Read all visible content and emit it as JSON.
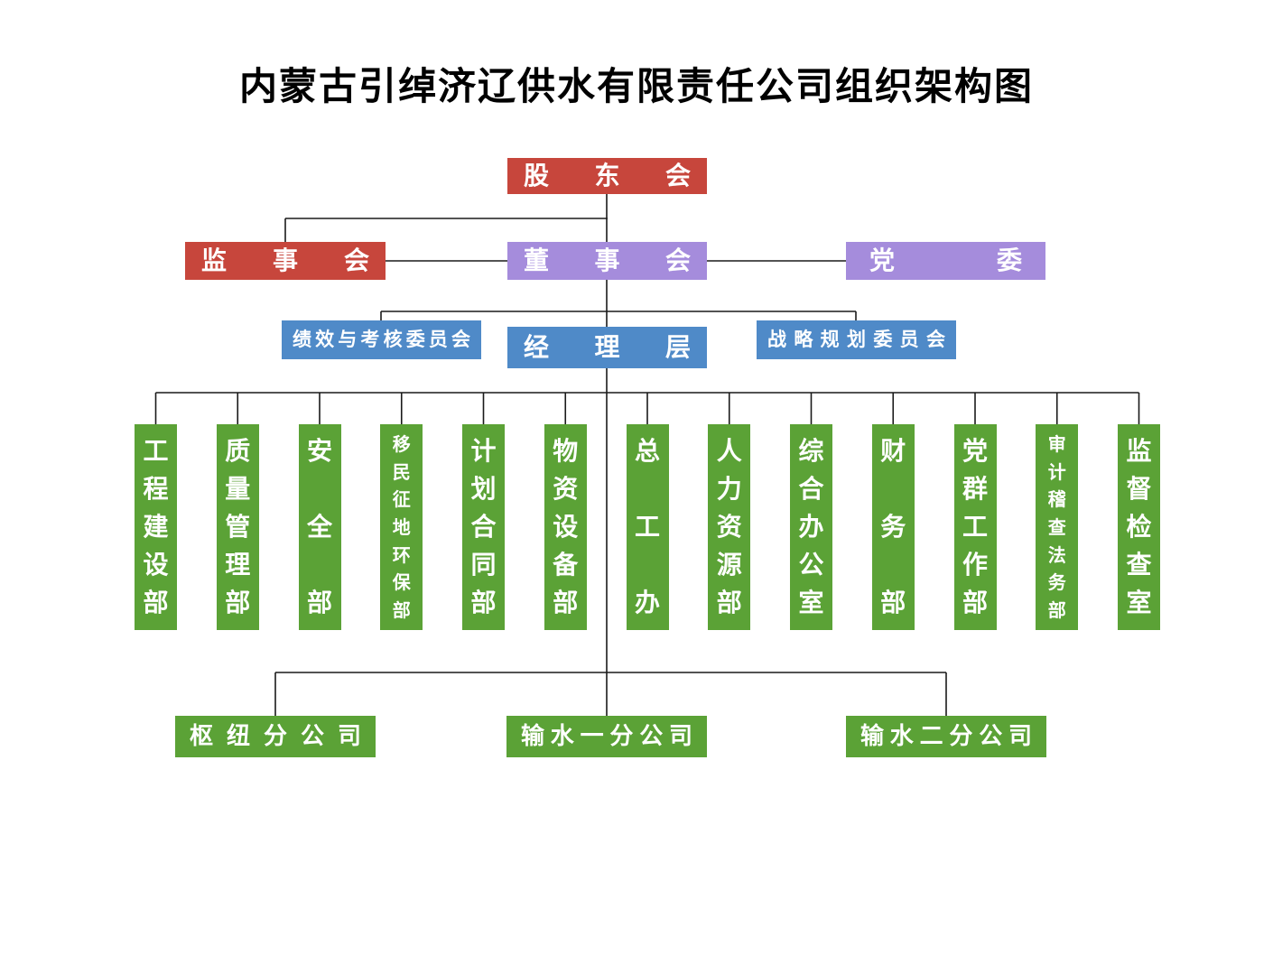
{
  "title": "内蒙古引绰济辽供水有限责任公司组织架构图",
  "colors": {
    "red": "#c7463c",
    "purple": "#a58cdc",
    "blue": "#4f8ac8",
    "green": "#5ba236",
    "boxtext": "#ffffff",
    "title": "#000000",
    "line": "#1a1a1a"
  },
  "nodes": {
    "shareholders": "股东会",
    "supervisors": "监事会",
    "board": "董事会",
    "party": "党委",
    "perf_committee": "绩效与考核委员会",
    "management": "经理层",
    "strategy_committee": "战略规划委员会",
    "departments": [
      "工程建设部",
      "质量管理部",
      "安全部",
      "移民征地环保部",
      "计划合同部",
      "物资设备部",
      "总工办",
      "人力资源部",
      "综合办公室",
      "财务部",
      "党群工作部",
      "审计稽查法务部",
      "监督检查室"
    ],
    "subsidiaries": [
      "枢纽分公司",
      "输水一分公司",
      "输水二分公司"
    ]
  }
}
